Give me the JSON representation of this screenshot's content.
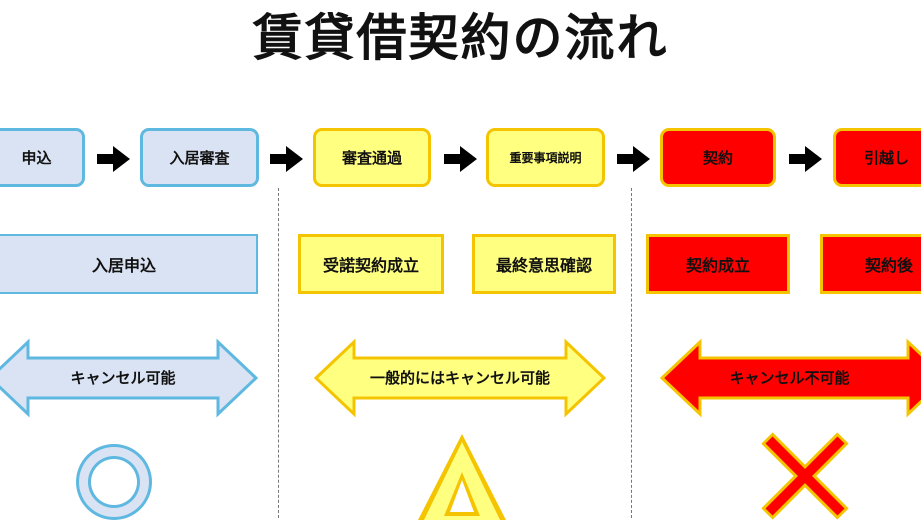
{
  "title": "賃貸借契約の流れ",
  "steps": [
    "申込",
    "入居審査",
    "審査通過",
    "重要事項説明",
    "契約",
    "引越し"
  ],
  "phases": [
    {
      "results": [
        "入居申込"
      ],
      "arrow_label": "キャンセル可能",
      "symbol": "circle-ok"
    },
    {
      "results": [
        "受諾契約成立",
        "最終意思確認"
      ],
      "arrow_label": "一般的にはキャンセル可能",
      "symbol": "triangle-caution"
    },
    {
      "results": [
        "契約成立",
        "契約後"
      ],
      "arrow_label": "キャンセル不可能",
      "symbol": "cross-ng"
    }
  ],
  "colors": {
    "blue_fill": "#dae3f3",
    "blue_border": "#5fb8e0",
    "yellow_fill": "#ffff80",
    "yellow_border": "#f5c400",
    "red_fill": "#ff0000",
    "red_border": "#f5c400"
  }
}
